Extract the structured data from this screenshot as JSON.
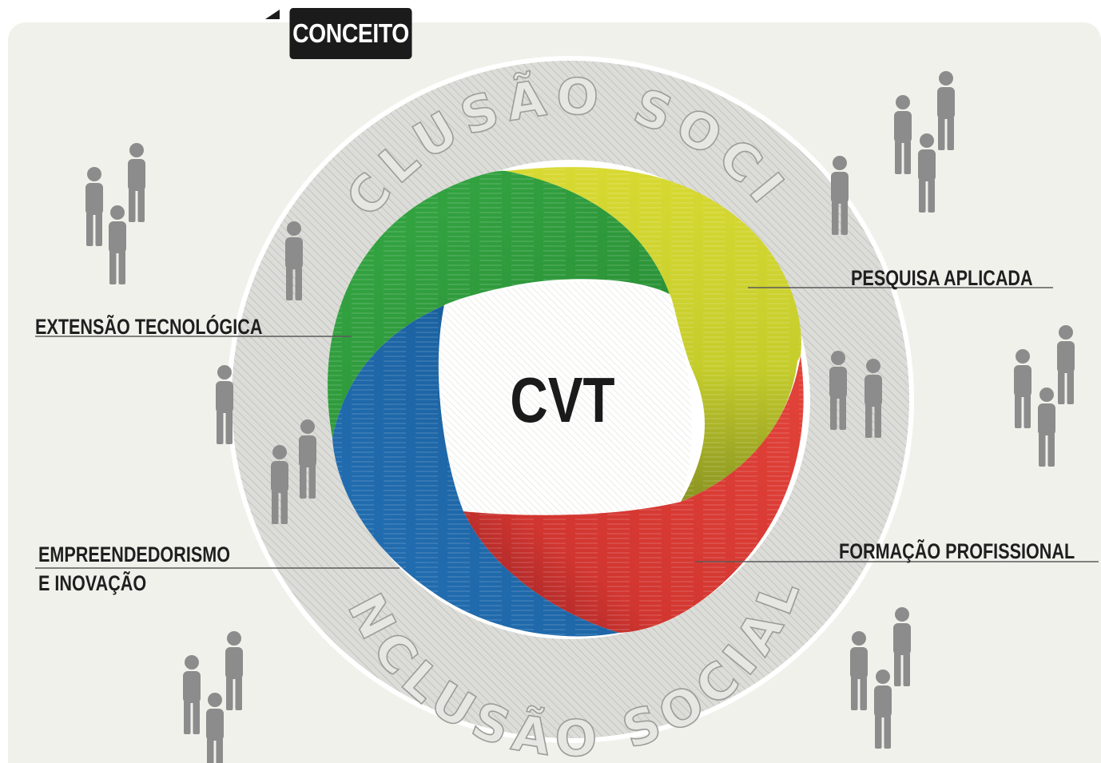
{
  "header": {
    "tab_label": "CONCEITO"
  },
  "center_label": "CVT",
  "ring_text": {
    "top": "INCLUSÃO SOCIAL",
    "bottom": "INCLUSÃO SOCIAL"
  },
  "labels": {
    "pesquisa": "PESQUISA APLICADA",
    "extensao": "EXTENSÃO TECNOLÓGICA",
    "empreendedorismo_line1": "EMPREENDEDORISMO",
    "empreendedorismo_line2": "E INOVAÇÃO",
    "formacao": "FORMAÇÃO PROFISSIONAL"
  },
  "colors": {
    "green": "#2e9a3a",
    "yellow": "#cfd531",
    "red": "#d93a33",
    "blue": "#1f66a8",
    "ring": "#d9d9d6",
    "people": "#8c8c8c",
    "tab": "#1b1b1b"
  },
  "icons": [
    "person-icon"
  ]
}
